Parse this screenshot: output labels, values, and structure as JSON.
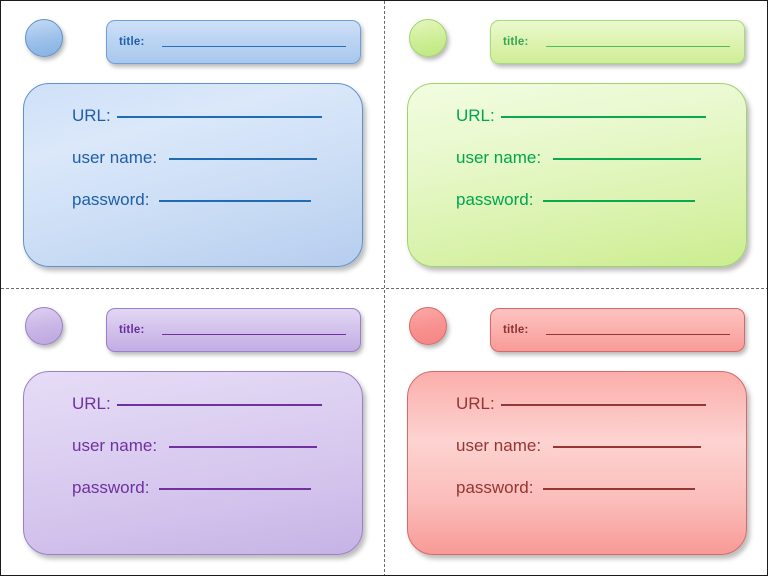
{
  "page": {
    "background": "#ffffff",
    "border_color": "#1a1a1a",
    "divider_style": "dashed",
    "divider_color": "#6b6b6b"
  },
  "common": {
    "title_label": "title:",
    "url_label": "URL:",
    "username_label": "user name:",
    "password_label": "password:"
  },
  "cards": [
    {
      "id": "blue",
      "position": "top-left",
      "accent": "#1f6cb4",
      "marker_fill": "#9bc0ea",
      "card_fill": "#cfe0f8",
      "title_bar_fill": "#bbd4f2",
      "title_label": "title:",
      "title_value": "",
      "fields": [
        {
          "label": "URL:",
          "value": ""
        },
        {
          "label": "user name:",
          "value": ""
        },
        {
          "label": "password:",
          "value": ""
        }
      ]
    },
    {
      "id": "green",
      "position": "top-right",
      "accent": "#00a550",
      "marker_fill": "#cdee96",
      "card_fill": "#e9f9cf",
      "title_bar_fill": "#ddf3b0",
      "title_label": "title:",
      "title_value": "",
      "fields": [
        {
          "label": "URL:",
          "value": ""
        },
        {
          "label": "user name:",
          "value": ""
        },
        {
          "label": "password:",
          "value": ""
        }
      ]
    },
    {
      "id": "purple",
      "position": "bottom-left",
      "accent": "#7030a0",
      "marker_fill": "#c9b5e6",
      "card_fill": "#ded2f2",
      "title_bar_fill": "#d3c2ec",
      "title_label": "title:",
      "title_value": "",
      "fields": [
        {
          "label": "URL:",
          "value": ""
        },
        {
          "label": "user name:",
          "value": ""
        },
        {
          "label": "password:",
          "value": ""
        }
      ]
    },
    {
      "id": "red",
      "position": "bottom-right",
      "accent": "#943634",
      "marker_fill": "#f8918f",
      "card_fill": "#fdd3d1",
      "title_bar_fill": "#fbb0ad",
      "title_label": "title:",
      "title_value": "",
      "fields": [
        {
          "label": "URL:",
          "value": ""
        },
        {
          "label": "user name:",
          "value": ""
        },
        {
          "label": "password:",
          "value": ""
        }
      ]
    }
  ]
}
